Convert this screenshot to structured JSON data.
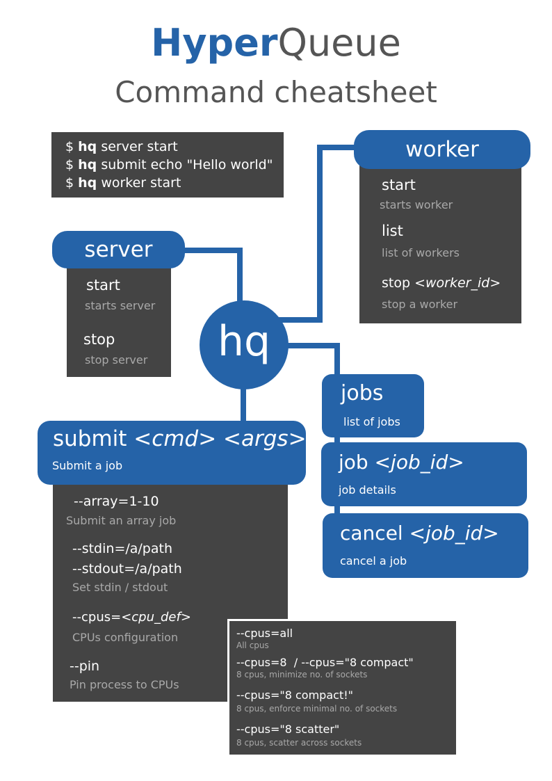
{
  "title": {
    "bold": "Hyper",
    "rest": "Queue",
    "subtitle": "Command cheatsheet"
  },
  "quickstart": [
    {
      "prompt": "$ ",
      "cmd": "hq",
      "args": " server start"
    },
    {
      "prompt": "$ ",
      "cmd": "hq",
      "args": " submit echo \"Hello world\""
    },
    {
      "prompt": "$ ",
      "cmd": "hq",
      "args": " worker start"
    }
  ],
  "hub": "hq",
  "server": {
    "header": "server",
    "items": [
      {
        "cmd": "start",
        "desc": "starts server"
      },
      {
        "cmd": "stop",
        "desc": "stop server"
      }
    ]
  },
  "worker": {
    "header": "worker",
    "items": [
      {
        "cmd": "start",
        "desc": "starts  worker"
      },
      {
        "cmd": "list",
        "desc": "list of workers"
      },
      {
        "cmd": "stop ",
        "arg": "<worker_id>",
        "desc": "stop a worker"
      }
    ]
  },
  "jobs": {
    "list": {
      "cmd": "jobs",
      "desc": "list of jobs"
    },
    "detail": {
      "cmd": "job ",
      "arg": "<job_id>",
      "desc": "job details"
    },
    "cancel": {
      "cmd": "cancel ",
      "arg": "<job_id>",
      "desc": "cancel a job"
    }
  },
  "submit": {
    "header": "submit ",
    "arg1": "<cmd>",
    "arg2": "<args>",
    "desc": "Submit a job",
    "options": [
      {
        "flag": "--array=1-10",
        "desc": "Submit an array job"
      },
      {
        "flag": "--stdin=/a/path",
        "flag2": "--stdout=/a/path",
        "desc": "Set stdin / stdout"
      },
      {
        "flag": "--cpus=",
        "arg": "<cpu_def>",
        "desc": "CPUs configuration"
      },
      {
        "flag": "--pin",
        "desc": "Pin process to CPUs"
      }
    ]
  },
  "cpus": [
    {
      "flag": "--cpus=all",
      "desc": "All cpus"
    },
    {
      "flag": "--cpus=8  / --cpus=\"8 compact\"",
      "desc": "8 cpus, minimize no. of sockets"
    },
    {
      "flag": "--cpus=\"8 compact!\"",
      "desc": "8 cpus, enforce minimal no. of sockets"
    },
    {
      "flag": "--cpus=\"8 scatter\"",
      "desc": "8 cpus, scatter across sockets"
    }
  ],
  "colors": {
    "accent": "#2563a8",
    "panel": "#444444",
    "muted": "#a9a9a9"
  }
}
